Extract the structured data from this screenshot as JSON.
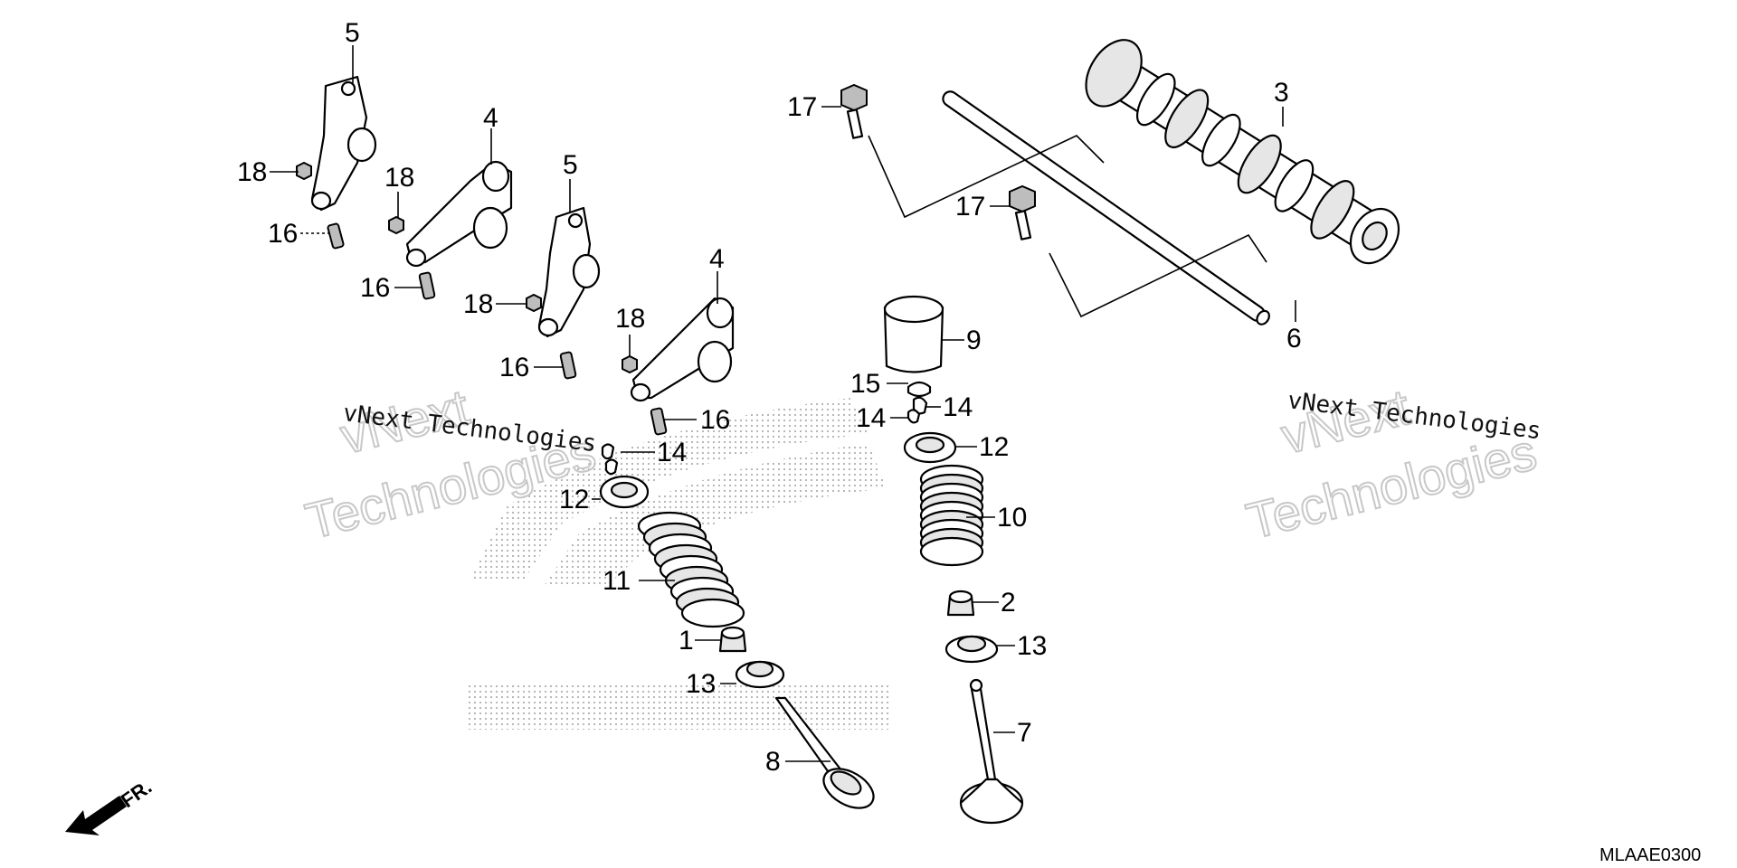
{
  "drawing_code": "MLAAE0300",
  "direction_label": "FR.",
  "watermarks": {
    "left_line": "vNext Technologies",
    "left_big_1": "vNext",
    "left_big_2": "Technologies",
    "right_line": "vNext Technologies",
    "right_big_1": "vNext",
    "right_big_2": "Technologies"
  },
  "callouts": {
    "c5a": "5",
    "c18a": "18",
    "c16a": "16",
    "c4a": "4",
    "c18b": "18",
    "c16b": "16",
    "c5b": "5",
    "c18c": "18",
    "c16c": "16",
    "c4b": "4",
    "c18d": "18",
    "c16d": "16",
    "c14a": "14",
    "c12a": "12",
    "c11": "11",
    "c1": "1",
    "c13a": "13",
    "c8": "8",
    "c17a": "17",
    "c17b": "17",
    "c3": "3",
    "c6": "6",
    "c9": "9",
    "c15": "15",
    "c14b": "14",
    "c14c": "14",
    "c12b": "12",
    "c10": "10",
    "c2": "2",
    "c13b": "13",
    "c7": "7"
  },
  "colors": {
    "line": "#000000",
    "background": "#ffffff",
    "dots": "#b0b0b0",
    "watermark": "#c8c8c8"
  }
}
